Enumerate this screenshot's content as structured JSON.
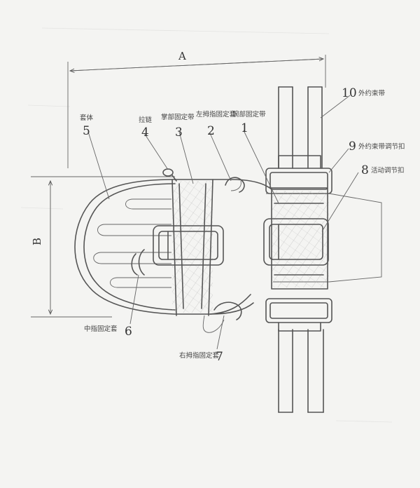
{
  "dimensions": {
    "width_label": "A",
    "height_label": "B"
  },
  "parts": [
    {
      "number": "1",
      "name": "腕部固定带"
    },
    {
      "number": "2",
      "name": "左拇指固定套"
    },
    {
      "number": "3",
      "name": "掌部固定带"
    },
    {
      "number": "4",
      "name": "拉链"
    },
    {
      "number": "5",
      "name": "套体"
    },
    {
      "number": "6",
      "name": "中指固定套"
    },
    {
      "number": "7",
      "name": "右拇指固定套"
    },
    {
      "number": "8",
      "name": "活动调节扣"
    },
    {
      "number": "9",
      "name": "外约束带调节扣"
    },
    {
      "number": "10",
      "name": "外约束带"
    }
  ],
  "colors": {
    "paper": "#f4f4f2",
    "ink": "#555555"
  }
}
